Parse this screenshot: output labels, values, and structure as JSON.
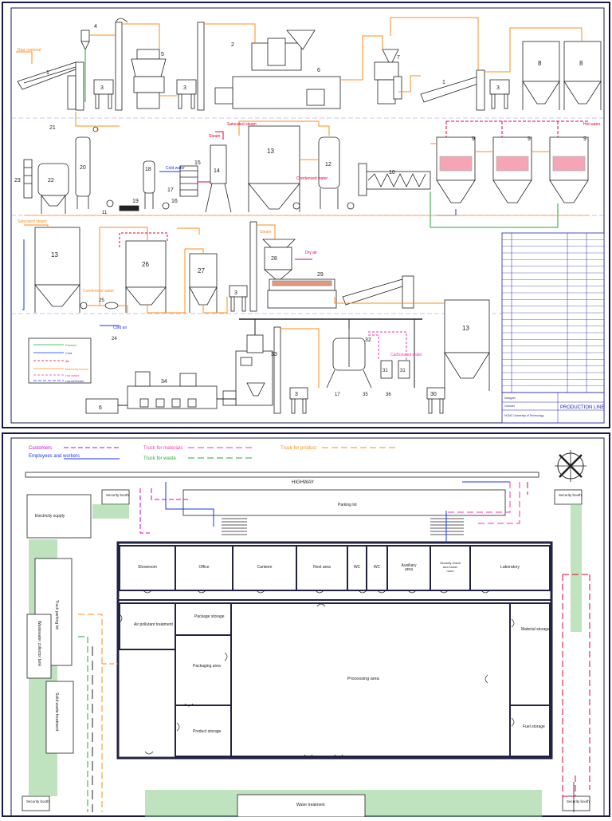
{
  "colors": {
    "frame": "#1a1a4a",
    "wall": "#222244",
    "steam": "#ff8c1a",
    "water": "#1a33ff",
    "air": "#e60033",
    "green": "#22aa33",
    "pink": "#ff33aa",
    "magenta": "#d400c8",
    "blue_table": "#2222aa",
    "hatch": "#88cc88"
  },
  "flow": {
    "labels": {
      "raw_material": "Raw material",
      "saturated_steam": "Saturated steam",
      "condensed_water": "Condensed water",
      "cold_water": "Cold water",
      "cold_air": "Cold air",
      "dry_air": "Dry air",
      "steam": "Steam",
      "hot_water": "Hot water",
      "carbonated_water": "Carbonated water"
    },
    "numbers": [
      "1",
      "2",
      "3",
      "4",
      "5",
      "6",
      "7",
      "8",
      "9",
      "10",
      "11",
      "12",
      "13",
      "14",
      "15",
      "16",
      "17",
      "18",
      "19",
      "20",
      "21",
      "22",
      "23",
      "24",
      "25",
      "26",
      "27",
      "28",
      "29",
      "30",
      "31",
      "32",
      "33",
      "34",
      "35",
      "36"
    ],
    "legend": [
      "Product",
      "Cold",
      "Air",
      "Material/product",
      "Hot water",
      "Liquid/Steam"
    ],
    "title_block": {
      "title": "PRODUCTION LINE",
      "school": "HCMC University of Technology",
      "row_labels": [
        "Designer",
        "Checker"
      ]
    },
    "parts_rows": 24
  },
  "plan": {
    "legend": {
      "customers": "Customers",
      "employees": "Employees and workers",
      "truck_materials": "Truck for materials",
      "truck_waste": "Truck for waste",
      "truck_product": "Truck for product"
    },
    "highway": "HIGHWAY",
    "parking_lot": "Parking lot",
    "security_booth": "Security booth",
    "electricity_supply": "Electricity supply",
    "truck_parking_lot": "Truck parking lot",
    "wastewater_tank": "Wastewater collector tank",
    "solid_waste": "Solid waste treatment",
    "rooms_top": [
      "Showroom",
      "Office",
      "Canteen",
      "Rest area",
      "WC",
      "WC",
      "Auxiliary area",
      "Security check and locker room",
      "Laboratory"
    ],
    "air_pollutant": "Air pollutant treatment",
    "package_storage": "Package storage",
    "packaging_area": "Packaging area",
    "product_storage": "Product storage",
    "processing_area": "Processing area",
    "material_storage": "Material storage",
    "fuel_storage": "Fuel storage",
    "water_treatment": "Water treatment"
  }
}
